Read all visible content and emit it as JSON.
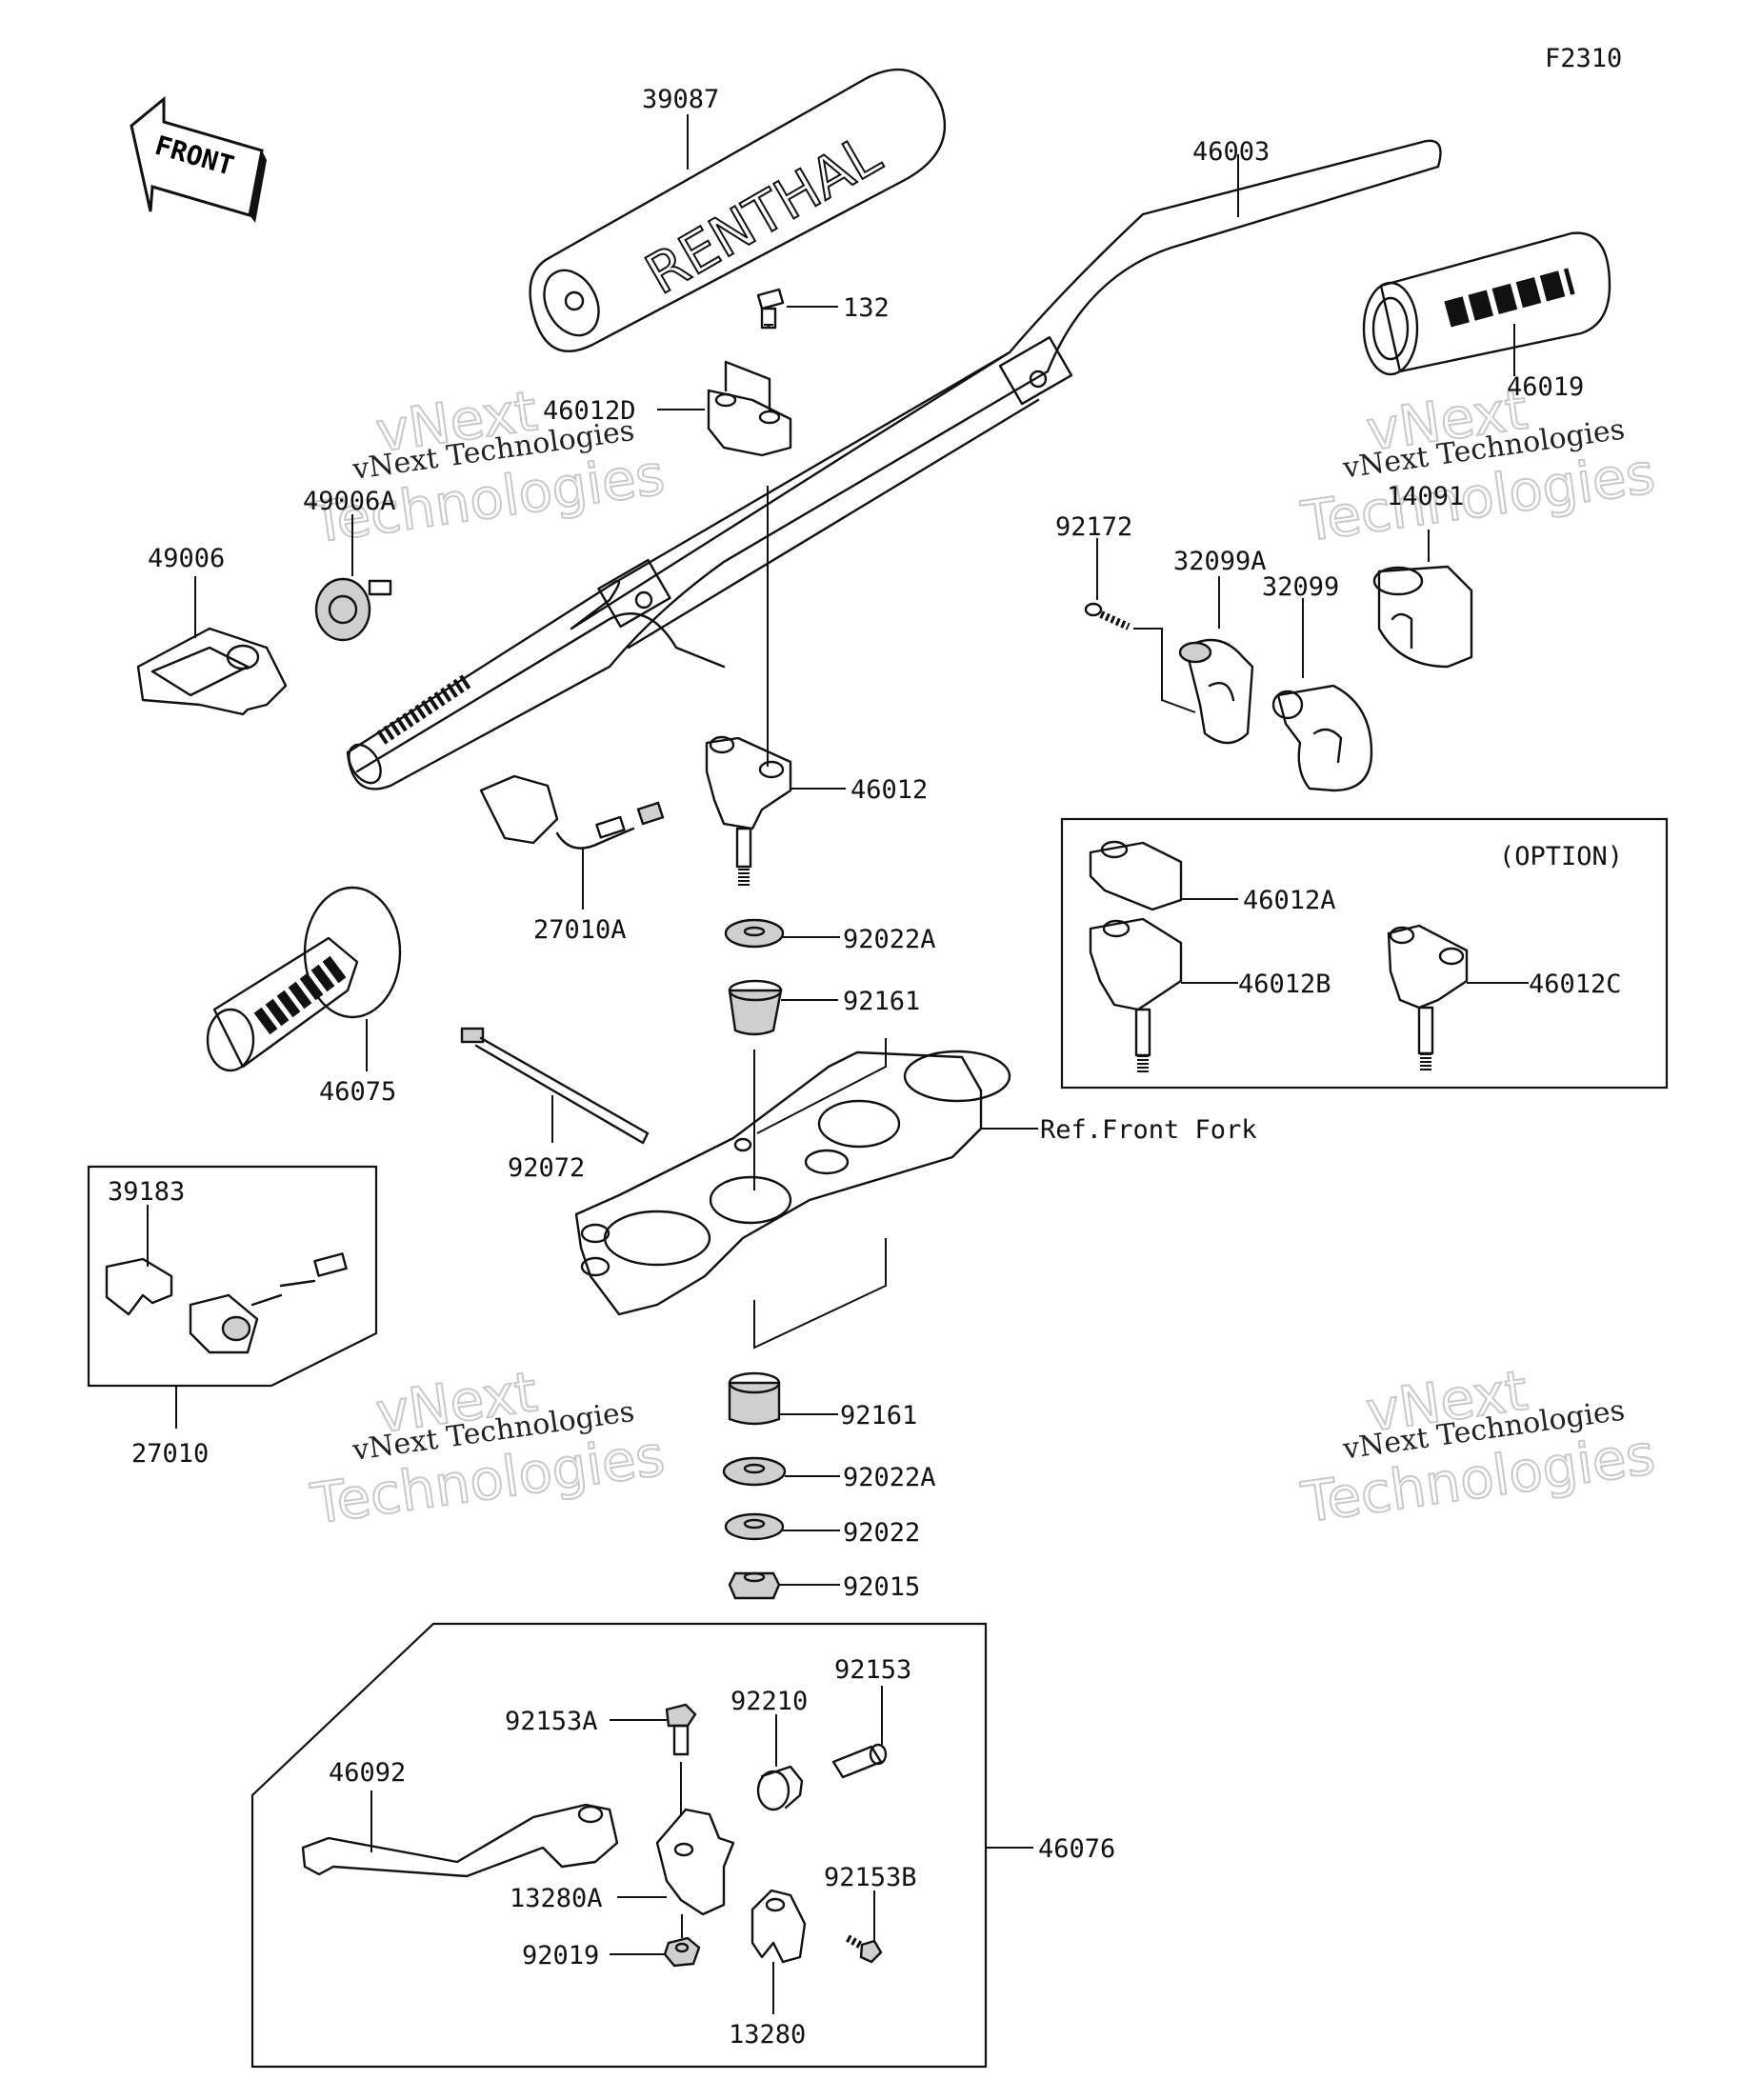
{
  "figure_id": "F2310",
  "front_label": "FRONT",
  "option_label": "(OPTION)",
  "ref_label": "Ref.Front Fork",
  "watermark": {
    "line1": "vNext",
    "line2": "Technologies",
    "caption": "vNext Technologies"
  },
  "pad_text": "RENTHAL",
  "parts": {
    "p39087": "39087",
    "p46003": "46003",
    "p132": "132",
    "p46012D": "46012D",
    "p46019": "46019",
    "p14091": "14091",
    "p49006A": "49006A",
    "p49006": "49006",
    "p92172": "92172",
    "p32099A": "32099A",
    "p32099": "32099",
    "p46012": "46012",
    "p27010A": "27010A",
    "p46012A": "46012A",
    "p46012B": "46012B",
    "p46012C": "46012C",
    "p92022A_top": "92022A",
    "p92161_top": "92161",
    "p46075": "46075",
    "p92072": "92072",
    "p39183": "39183",
    "p27010": "27010",
    "p92161_bot": "92161",
    "p92022A_bot": "92022A",
    "p92022": "92022",
    "p92015": "92015",
    "p92153": "92153",
    "p92210": "92210",
    "p92153A": "92153A",
    "p46092": "46092",
    "p46076": "46076",
    "p92153B": "92153B",
    "p13280A": "13280A",
    "p92019": "92019",
    "p13280": "13280"
  }
}
